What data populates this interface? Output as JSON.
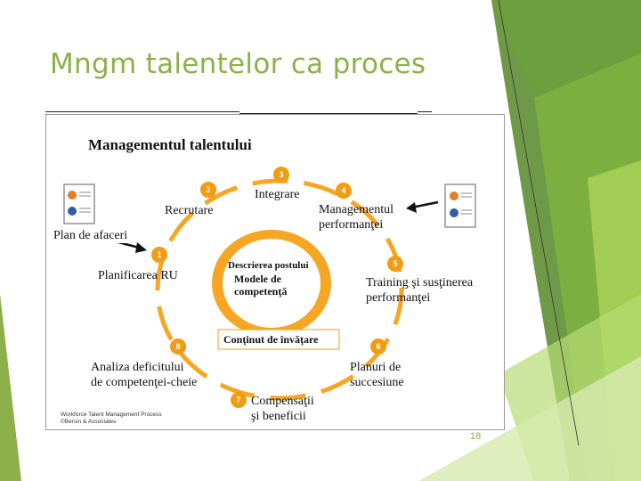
{
  "slide": {
    "title": "Mngm talentelor ca proces",
    "page_number": "18"
  },
  "figure": {
    "title": "Managementul talentului",
    "credit_line1": "Workforce Talent Management Process",
    "credit_line2": "©Bersin & Associates",
    "inner_circle": {
      "line1": "Descrierea postului",
      "line2": "Modele de",
      "line3": "competenţă"
    },
    "bottom_box": "Conţinut de învăţare",
    "steps": [
      {
        "num": "1",
        "label_lines": [
          "Planificarea RU"
        ]
      },
      {
        "num": "2",
        "label_lines": [
          "Recrutare"
        ]
      },
      {
        "num": "3",
        "label_lines": [
          "Integrare"
        ]
      },
      {
        "num": "4",
        "label_lines": [
          "Managementul",
          "performanţei"
        ]
      },
      {
        "num": "5",
        "label_lines": [
          "Training şi susţinerea",
          "performanţei"
        ]
      },
      {
        "num": "6",
        "label_lines": [
          "Planuri de",
          "succesiune"
        ]
      },
      {
        "num": "7",
        "label_lines": [
          "Compensaţii",
          "şi beneficii"
        ]
      },
      {
        "num": "8",
        "label_lines": [
          "Analiza deficitului",
          "de competenţei-cheie"
        ]
      }
    ],
    "business_plan": "Plan de afaceri"
  },
  "colors": {
    "accent_green": "#8DB04A",
    "ring_orange": "#F6A623",
    "step_circle": "#F39C12",
    "deco_dark_green": "#6C9A3C",
    "deco_light_green": "#9CC84D"
  },
  "icons": [
    "document-chart-icon-left",
    "document-chart-icon-right",
    "arrow-icon"
  ]
}
